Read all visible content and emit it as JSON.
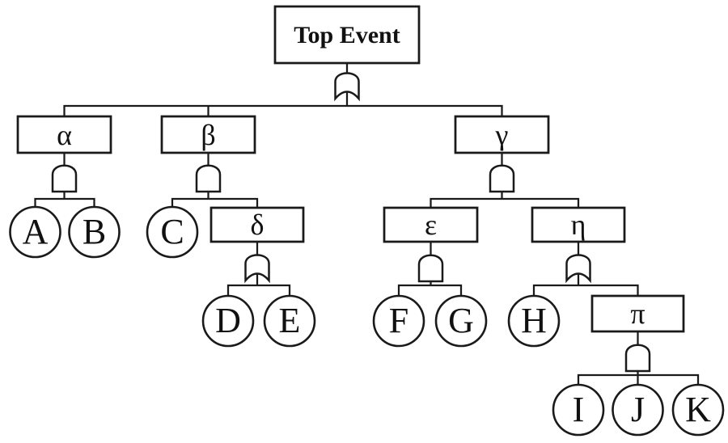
{
  "tree": {
    "top": {
      "label": "Top Event",
      "gate": "OR"
    },
    "gates": {
      "alpha": {
        "label": "α",
        "gate": "AND"
      },
      "beta": {
        "label": "β",
        "gate": "AND"
      },
      "gamma": {
        "label": "γ",
        "gate": "AND"
      },
      "delta": {
        "label": "δ",
        "gate": "OR"
      },
      "epsilon": {
        "label": "ε",
        "gate": "AND"
      },
      "eta": {
        "label": "η",
        "gate": "OR"
      },
      "pi": {
        "label": "π",
        "gate": "AND"
      }
    },
    "basic_events": {
      "A": "A",
      "B": "B",
      "C": "C",
      "D": "D",
      "E": "E",
      "F": "F",
      "G": "G",
      "H": "H",
      "I": "I",
      "J": "J",
      "K": "K"
    },
    "edges": {
      "top": [
        "alpha",
        "beta",
        "gamma"
      ],
      "alpha": [
        "A",
        "B"
      ],
      "beta": [
        "C",
        "delta"
      ],
      "delta": [
        "D",
        "E"
      ],
      "gamma": [
        "epsilon",
        "eta"
      ],
      "epsilon": [
        "F",
        "G"
      ],
      "eta": [
        "H",
        "pi"
      ],
      "pi": [
        "I",
        "J",
        "K"
      ]
    },
    "colors": {
      "stroke": "#1a1a1a",
      "background": "#ffffff"
    }
  }
}
